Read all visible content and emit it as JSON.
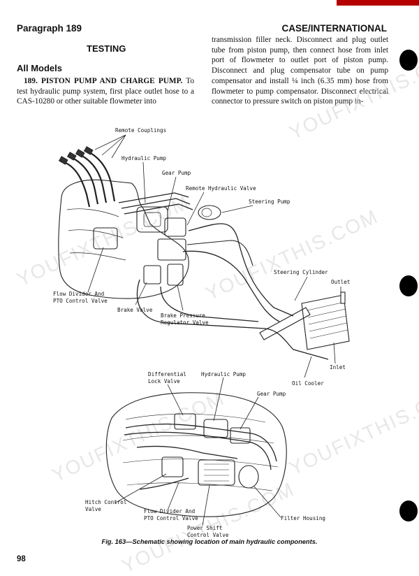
{
  "header": {
    "left": "Paragraph 189",
    "right": "CASE/INTERNATIONAL"
  },
  "section": {
    "testing": "TESTING",
    "all_models": "All Models"
  },
  "paragraph": {
    "number": "189.",
    "heading": "PISTON PUMP AND CHARGE PUMP.",
    "left_col": "To test hydraulic pump system, first place outlet hose to a CAS-10280 or other suitable flowmeter into",
    "right_col": "transmission filler neck. Disconnect and plug outlet tube from piston pump, then connect hose from inlet port of flowmeter to outlet port of piston pump. Disconnect and plug compensator tube on pump compensator and install ¼ inch (6.35 mm) hose from flowmeter to pump compensator. Disconnect electrical connector to pressure switch on piston pump in-"
  },
  "figure_top": {
    "remote_couplings": "Remote Couplings",
    "hydraulic_pump": "Hydraulic Pump",
    "gear_pump": "Gear Pump",
    "remote_hydraulic_valve": "Remote Hydraulic Valve",
    "steering_pump": "Steering Pump",
    "steering_cylinder": "Steering Cylinder",
    "outlet": "Outlet",
    "flow_divider_1": "Flow Divider And",
    "flow_divider_2": "PTO Control Valve",
    "brake_valve": "Brake Valve",
    "brake_pressure_1": "Brake Pressure",
    "brake_pressure_2": "Regulator Valve",
    "inlet": "Inlet",
    "oil_cooler": "Oil Cooler"
  },
  "figure_bottom": {
    "differential_1": "Differential",
    "differential_2": "Lock Valve",
    "hydraulic_pump": "Hydraulic Pump",
    "gear_pump": "Gear Pump",
    "hitch_1": "Hitch Control",
    "hitch_2": "Valve",
    "flow_divider_1": "Flow Divider And",
    "flow_divider_2": "PTO Control Valve",
    "filter_housing": "Filter Housing",
    "power_shift_1": "Power Shift",
    "power_shift_2": "Control Valve"
  },
  "caption": "Fig. 163—Schematic showing location of main hydraulic components.",
  "page_number": "98",
  "watermark": "YOUFIXTHIS.COM"
}
